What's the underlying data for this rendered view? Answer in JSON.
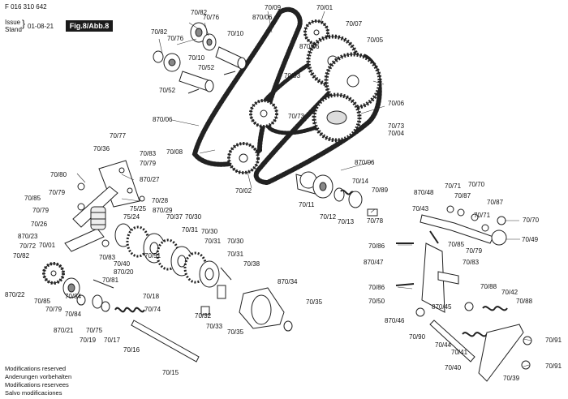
{
  "header": {
    "doc_number": "F 016 310 642",
    "issue_label": "Issue",
    "stand_label": "Stand",
    "issue_date": "01-08-21",
    "figure_label": "Fig.8/Abb.8"
  },
  "footer_notes": [
    "Modifications reserved",
    "Anderungen vorbehalten",
    "Modifications reservees",
    "Salvo modificaciones"
  ],
  "part_labels": [
    "70/82",
    "70/76",
    "70/10",
    "70/09",
    "870/06",
    "70/01",
    "70/07",
    "70/05",
    "70/82",
    "70/76",
    "70/10",
    "70/52",
    "870/06",
    "70/03",
    "70/52",
    "870/06",
    "70/73",
    "70/06",
    "70/73",
    "70/04",
    "70/08",
    "870/06",
    "70/02",
    "70/77",
    "70/36",
    "70/83",
    "70/79",
    "870/27",
    "70/80",
    "70/79",
    "70/85",
    "70/28",
    "70/79",
    "75/25",
    "75/24",
    "870/29",
    "70/37",
    "70/30",
    "70/26",
    "70/30",
    "70/31",
    "870/23",
    "70/31",
    "70/30",
    "70/72",
    "70/01",
    "70/82",
    "70/83",
    "70/40",
    "70/51",
    "870/20",
    "70/31",
    "70/81",
    "70/38",
    "870/22",
    "70/85",
    "70/84",
    "870/34",
    "70/79",
    "70/18",
    "70/84",
    "70/74",
    "70/35",
    "870/21",
    "70/75",
    "70/19",
    "70/17",
    "70/16",
    "70/32",
    "70/33",
    "70/35",
    "70/15",
    "70/11",
    "70/12",
    "70/13",
    "70/14",
    "70/89",
    "70/78",
    "870/48",
    "70/71",
    "70/70",
    "70/87",
    "70/87",
    "70/43",
    "70/71",
    "70/70",
    "70/86",
    "70/85",
    "70/49",
    "870/47",
    "70/79",
    "70/83",
    "70/86",
    "70/88",
    "70/50",
    "870/45",
    "70/42",
    "70/88",
    "870/46",
    "70/90",
    "70/44",
    "70/41",
    "70/91",
    "70/40",
    "70/91",
    "70/39"
  ]
}
